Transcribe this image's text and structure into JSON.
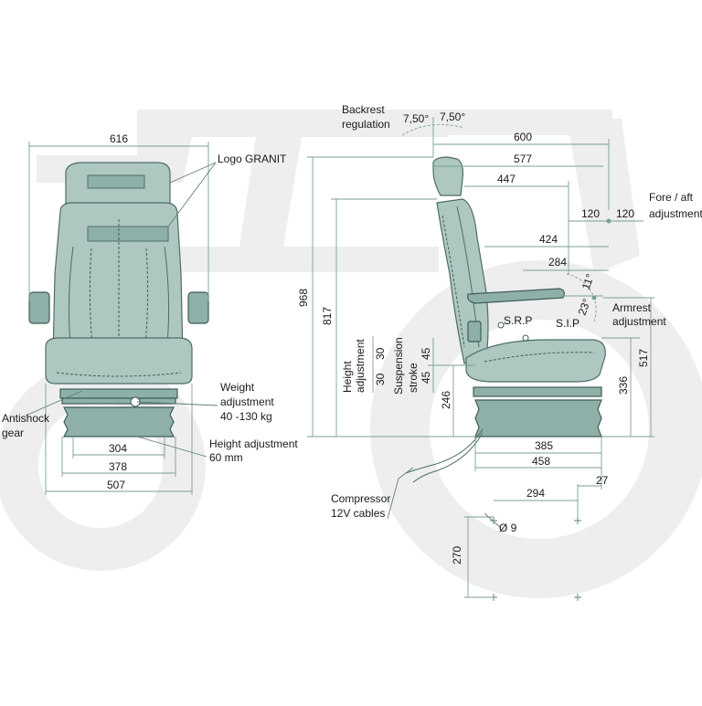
{
  "front_view": {
    "dims": {
      "overall_width": "616",
      "base_inner": "304",
      "base_mid": "378",
      "base_outer": "507"
    },
    "labels": {
      "logo": "Logo GRANIT",
      "antishock_1": "Antishock",
      "antishock_2": "gear",
      "weight_1": "Weight",
      "weight_2": "adjustment",
      "weight_3": "40 -130 kg",
      "height_adj_1": "Height adjustment",
      "height_adj_2": "60 mm"
    }
  },
  "side_view": {
    "dims": {
      "total_height": "968",
      "backrest_height": "817",
      "height_adj_a": "30",
      "height_adj_b": "30",
      "susp_a": "45",
      "susp_b": "45",
      "base_height": "246",
      "depth_600": "600",
      "depth_577": "577",
      "depth_447": "447",
      "depth_424": "424",
      "depth_284": "284",
      "fore_aft_left": "120",
      "fore_aft_right": "120",
      "seat_height": "336",
      "armrest_height": "517",
      "base_385": "385",
      "base_458": "458",
      "offset_27": "27",
      "mount_294": "294",
      "mount_270": "270",
      "hole_diameter": "Ø 9",
      "angle_left": "7,50°",
      "angle_right": "7,50°",
      "armrest_angle_a": "23°",
      "armrest_angle_b": "11°"
    },
    "labels": {
      "backrest_1": "Backrest",
      "backrest_2": "regulation",
      "fore_aft_1": "Fore / aft",
      "fore_aft_2": "adjustment",
      "armrest_1": "Armrest",
      "armrest_2": "adjustment",
      "srp": "S.R.P",
      "sip": "S.I.P",
      "height_v_1": "Height",
      "height_v_2": "adjustment",
      "susp_v_1": "Suspension",
      "susp_v_2": "stroke",
      "compressor_1": "Compressor",
      "compressor_2": "12V cables"
    }
  }
}
